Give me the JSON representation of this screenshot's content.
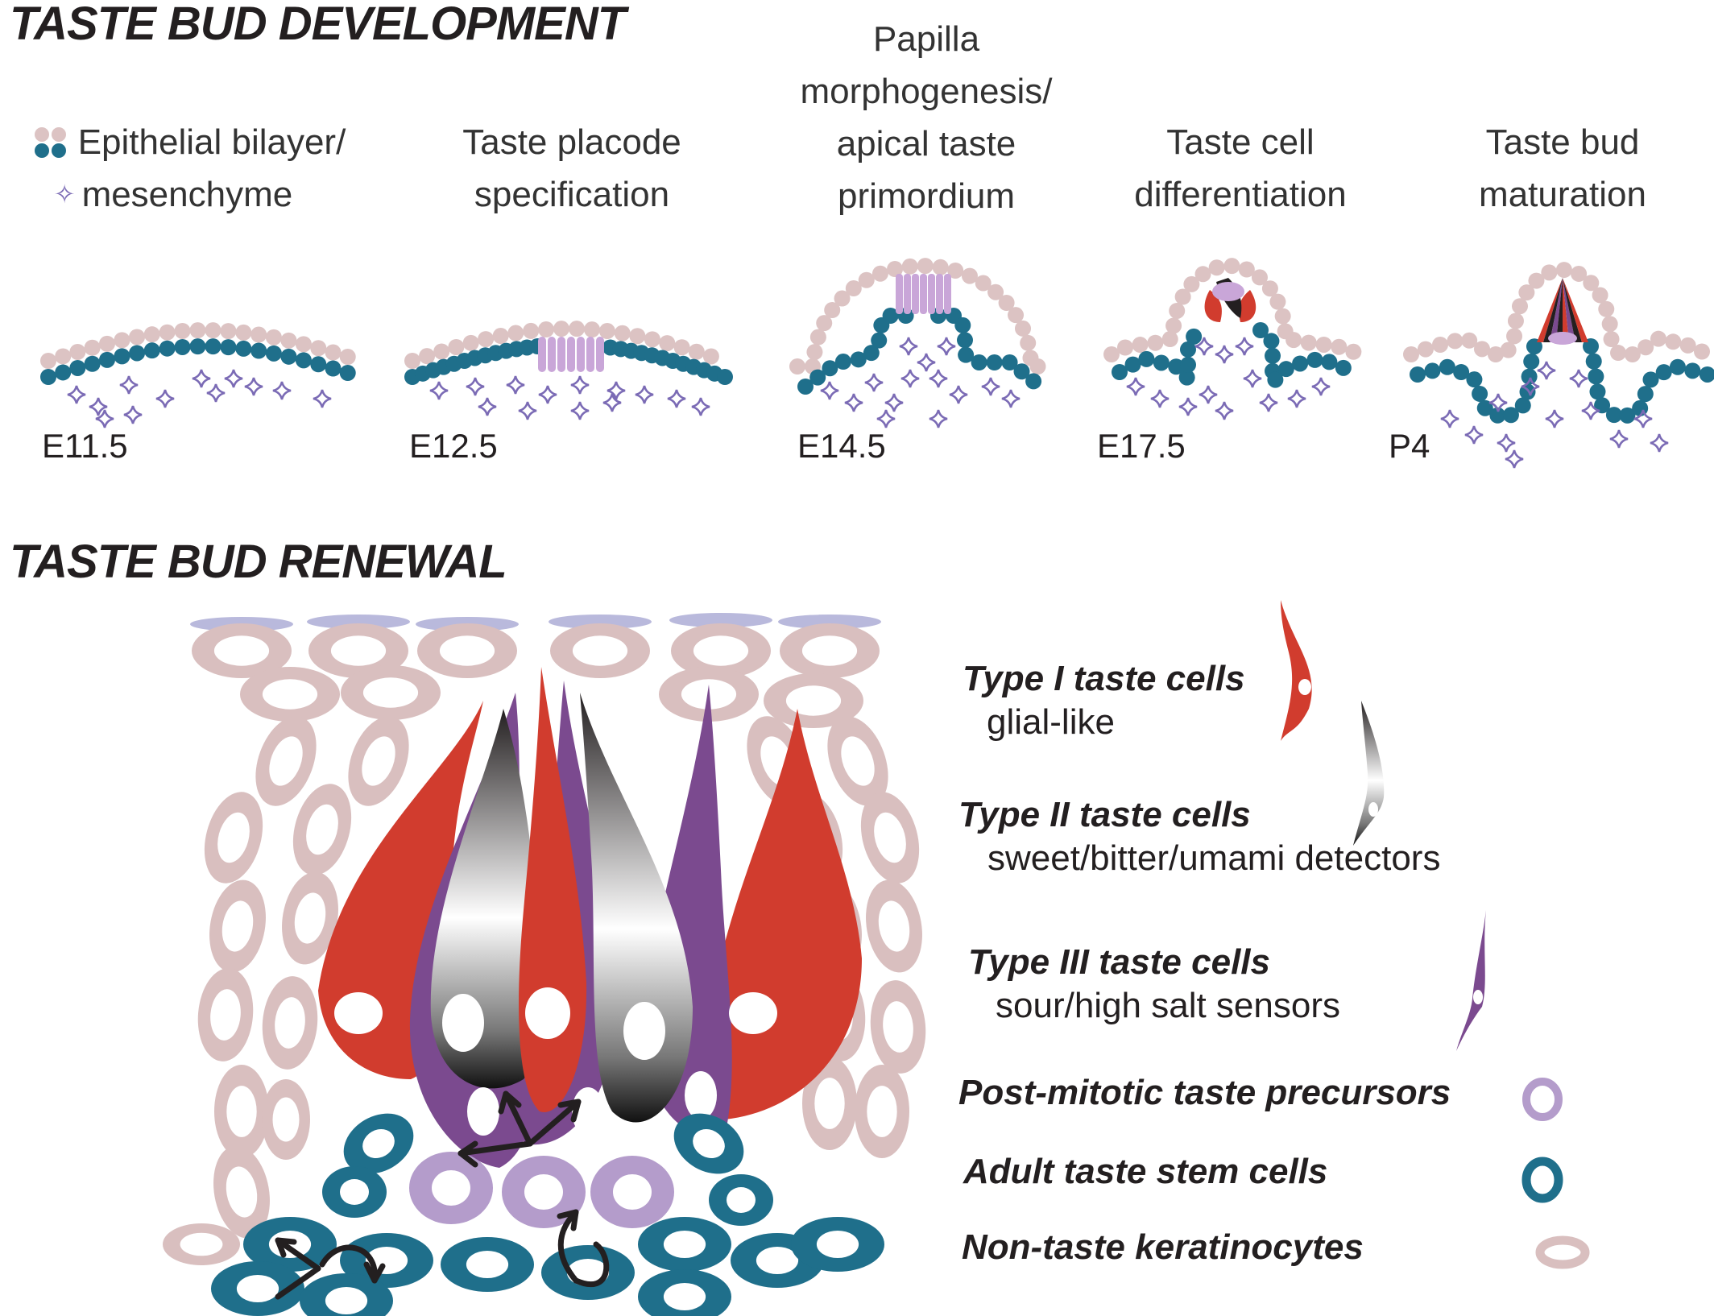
{
  "development": {
    "title": "TASTE BUD DEVELOPMENT",
    "legend_line1": "Epithelial bilayer/",
    "legend_line2": "mesenchyme",
    "stages": [
      {
        "label_lines": [
          "Taste placode",
          "specification"
        ],
        "age": "E12.5"
      },
      {
        "label_lines": [
          "Papilla",
          "morphogenesis/",
          "apical taste",
          "primordium"
        ],
        "age": "E14.5"
      },
      {
        "label_lines": [
          "Taste cell",
          "differentiation"
        ],
        "age": "E17.5"
      },
      {
        "label_lines": [
          "Taste bud",
          "maturation"
        ],
        "age": "P4"
      }
    ],
    "first_age": "E11.5"
  },
  "renewal": {
    "title": "TASTE BUD RENEWAL",
    "legend": [
      {
        "name": "Type I taste cells",
        "desc": "glial-like",
        "color": "#d13c2e"
      },
      {
        "name": "Type II taste cells",
        "desc": "sweet/bitter/umami detectors",
        "color": "#231f20"
      },
      {
        "name": "Type III taste cells",
        "desc": "sour/high salt sensors",
        "color": "#7b4a8f"
      },
      {
        "name": "Post-mitotic taste precursors",
        "desc": "",
        "color": "#b49ccb"
      },
      {
        "name": "Adult taste stem cells",
        "desc": "",
        "color": "#1f6f8b"
      },
      {
        "name": "Non-taste keratinocytes",
        "desc": "",
        "color": "#d9bfbf"
      }
    ]
  },
  "colors": {
    "epithelium_outer": "#dcc3c3",
    "epithelium_basal": "#1f6f8b",
    "mesenchyme": "#7b6bb5",
    "placode": "#c9a6d8",
    "type1": "#d13c2e",
    "type3": "#7b4a8f",
    "precursor": "#b49ccb",
    "keratinocyte": "#d9bfbf",
    "squame": "#b9b9dc"
  }
}
